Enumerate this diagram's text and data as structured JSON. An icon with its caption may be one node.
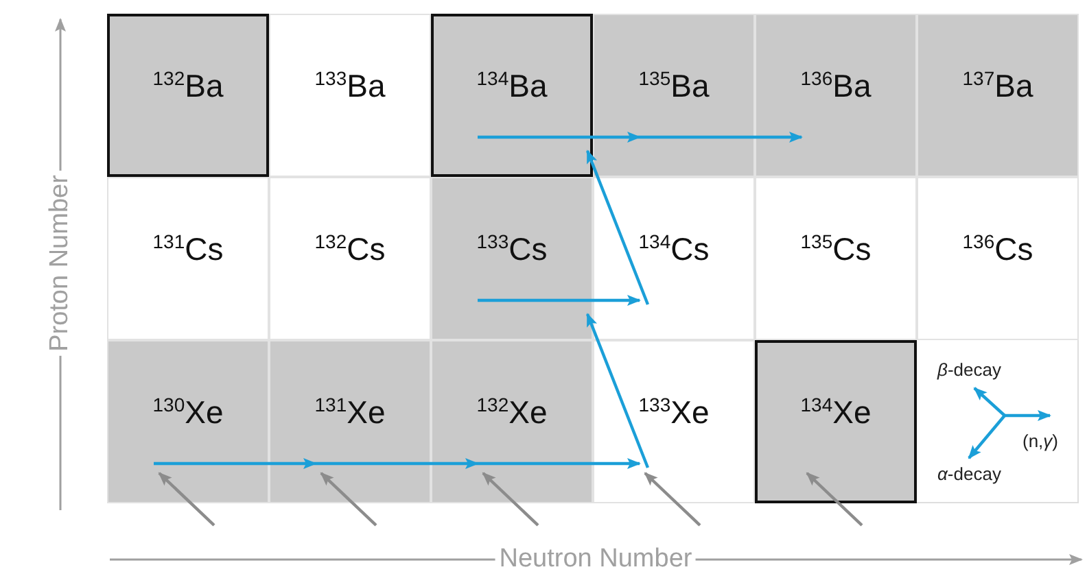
{
  "diagram": {
    "nodes": [
      {
        "text": [
          "$^{132}$Ba"
        ]
      },
      {
        "text": [
          "$^{133}$Ba"
        ]
      },
      {
        "text": [
          "$^{134}$Ba"
        ]
      },
      {
        "text": [
          "$^{135}$Ba"
        ]
      },
      {
        "text": [
          "$^{136}$Ba"
        ]
      },
      {
        "text": [
          "$^{137}$Ba"
        ]
      },
      {
        "text": [
          "$^{131}$Cs"
        ]
      },
      {
        "text": [
          "$^{132}$Cs"
        ]
      },
      {
        "text": [
          "$^{133}$Cs"
        ]
      },
      {
        "text": [
          "$^{134}$Cs"
        ]
      },
      {
        "text": [
          "$^{135}$Cs"
        ]
      },
      {
        "text": [
          "$^{136}$Cs"
        ]
      },
      {
        "text": [
          "$^{130}$Xe"
        ]
      },
      {
        "text": [
          "$^{131}$Xe"
        ]
      },
      {
        "text": [
          "$^{132}$Xe"
        ]
      },
      {
        "text": [
          "$^{133}$Xe"
        ]
      },
      {
        "text": [
          "$^{134}$Xe"
        ]
      }
    ],
    "edges": [
      {
        "from": 12,
        "to": 13,
        "arrow": "to"
      },
      {
        "from": 13,
        "to": 14,
        "arrow": "to"
      },
      {
        "from": 14,
        "to": 15,
        "arrow": "to"
      },
      {
        "from": 15,
        "to": 8,
        "arrow": "to"
      },
      {
        "from": 8,
        "to": 9,
        "arrow": "to"
      },
      {
        "from": 9,
        "to": 2,
        "arrow": "to"
      },
      {
        "from": 2,
        "to": 3,
        "arrow": "to"
      },
      {
        "from": 3,
        "to": 4,
        "arrow": "to"
      },
      {
        "from": null,
        "to": 12,
        "arrow": "to",
        "color": "#8c8c8c"
      },
      {
        "from": null,
        "to": 13,
        "arrow": "to",
        "color": "#8c8c8c"
      },
      {
        "from": null,
        "to": 14,
        "arrow": "to",
        "color": "#8c8c8c"
      },
      {
        "from": null,
        "to": 15,
        "arrow": "to",
        "color": "#8c8c8c"
      },
      {
        "from": null,
        "to": 16,
        "arrow": "to",
        "color": "#8c8c8c"
      }
    ],
    "labels": [
      "Proton Number",
      "Neutron Number"
    ],
    "legend": [
      {
        "text": "*β*-decay"
      },
      {
        "text": "(n,*γ*)"
      },
      {
        "text": "*α*-decay"
      }
    ]
  }
}
